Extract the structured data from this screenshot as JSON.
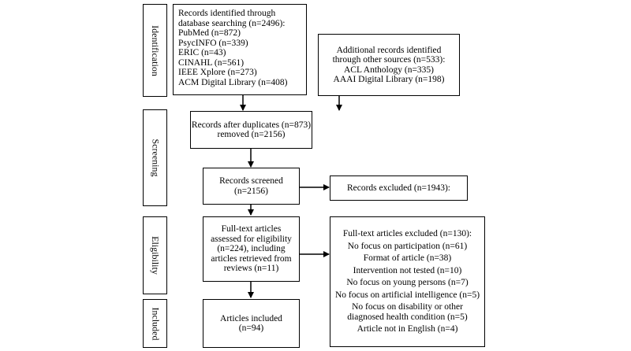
{
  "stages": {
    "identification": "Identification",
    "screening": "Screening",
    "eligibility": "Eligibility",
    "included": "Included"
  },
  "database_search": {
    "heading": [
      "Records identified through",
      "database searching (n=2496):"
    ],
    "sources": [
      "PubMed (n=872)",
      "PsycINFO (n=339)",
      "ERIC (n=43)",
      "CINAHL (n=561)",
      "IEEE Xplore (n=273)",
      "ACM Digital Library (n=408)"
    ]
  },
  "other_sources": {
    "lines": [
      "Additional records identified",
      "through other sources (n=533):",
      "ACL Anthology (n=335)",
      "AAAI Digital Library (n=198)"
    ]
  },
  "duplicates": {
    "lines": [
      "Records after duplicates (n=873)",
      "removed (n=2156)"
    ]
  },
  "screened": {
    "lines": [
      "Records screened",
      "(n=2156)"
    ]
  },
  "excluded": {
    "text": "Records excluded (n=1943):"
  },
  "fulltext": {
    "lines": [
      "Full-text articles",
      "assessed for eligibility",
      "(n=224), including",
      "articles retrieved from",
      "reviews (n=11)"
    ]
  },
  "fulltext_excluded": {
    "lines": [
      "Full-text articles excluded (n=130):",
      "No focus on participation (n=61)",
      "Format of article (n=38)",
      "Intervention not tested (n=10)",
      "No focus on young persons (n=7)",
      "No focus on artificial intelligence (n=5)",
      "No focus on disability or other",
      "diagnosed health condition (n=5)",
      "Article not in English (n=4)"
    ]
  },
  "included": {
    "lines": [
      "Articles included",
      "(n=94)"
    ]
  }
}
